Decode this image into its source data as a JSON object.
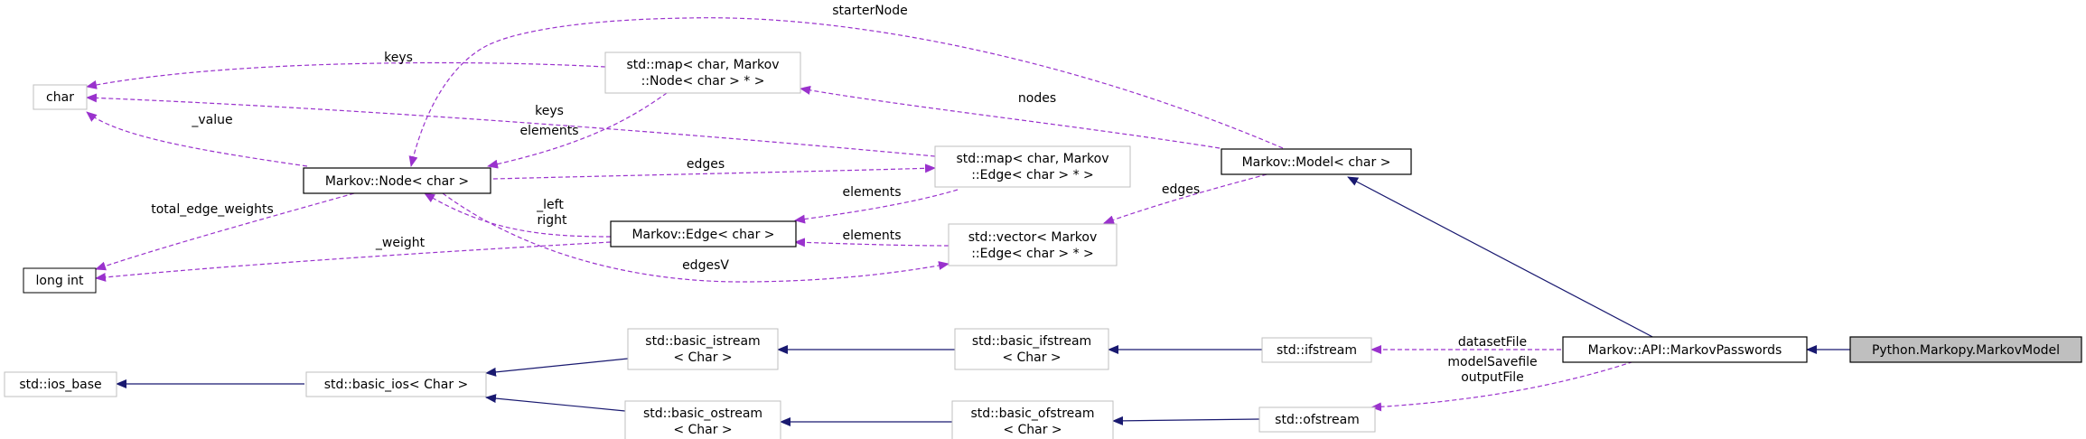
{
  "diagram": {
    "colors": {
      "inherit_edge": "#191970",
      "usage_edge": "#9a32cd",
      "strong_border": "#000000",
      "weak_border": "#bfbfbf",
      "highlight_fill": "#bfbfbf"
    },
    "nodes": {
      "char": {
        "lines": [
          "char"
        ]
      },
      "long_int": {
        "lines": [
          "long int"
        ]
      },
      "map_node": {
        "lines": [
          "std::map< char, Markov",
          "::Node< char > * >"
        ]
      },
      "node_char": {
        "lines": [
          "Markov::Node< char >"
        ]
      },
      "model_char": {
        "lines": [
          "Markov::Model< char >"
        ]
      },
      "map_edge": {
        "lines": [
          "std::map< char, Markov",
          "::Edge< char > * >"
        ]
      },
      "edge_char": {
        "lines": [
          "Markov::Edge< char >"
        ]
      },
      "vector_edge": {
        "lines": [
          "std::vector< Markov",
          "::Edge< char > * >"
        ]
      },
      "ios_base": {
        "lines": [
          "std::ios_base"
        ]
      },
      "basic_ios": {
        "lines": [
          "std::basic_ios< Char >"
        ]
      },
      "basic_istream": {
        "lines": [
          "std::basic_istream",
          "< Char >"
        ]
      },
      "basic_ostream": {
        "lines": [
          "std::basic_ostream",
          "< Char >"
        ]
      },
      "basic_ifstream": {
        "lines": [
          "std::basic_ifstream",
          "< Char >"
        ]
      },
      "basic_ofstream": {
        "lines": [
          "std::basic_ofstream",
          "< Char >"
        ]
      },
      "ifstream": {
        "lines": [
          "std::ifstream"
        ]
      },
      "ofstream": {
        "lines": [
          "std::ofstream"
        ]
      },
      "markov_passwords": {
        "lines": [
          "Markov::API::MarkovPasswords"
        ]
      },
      "markopy_model": {
        "lines": [
          "Python.Markopy.MarkovModel"
        ]
      }
    },
    "labels": {
      "starter_node": "starterNode",
      "keys_top": "keys",
      "nodes": "nodes",
      "keys_mid": "keys",
      "value": "_value",
      "elements_node": "elements",
      "edges_node": "edges",
      "elements_edge": "elements",
      "edges_model": "edges",
      "total_edge_weights": "total_edge_weights",
      "left": "_left",
      "right": "right",
      "weight": "_weight",
      "elements_vec": "elements",
      "edges_v": "edgesV",
      "dataset_file": "datasetFile",
      "model_savefile": "modelSavefile",
      "output_file": "outputFile"
    }
  }
}
